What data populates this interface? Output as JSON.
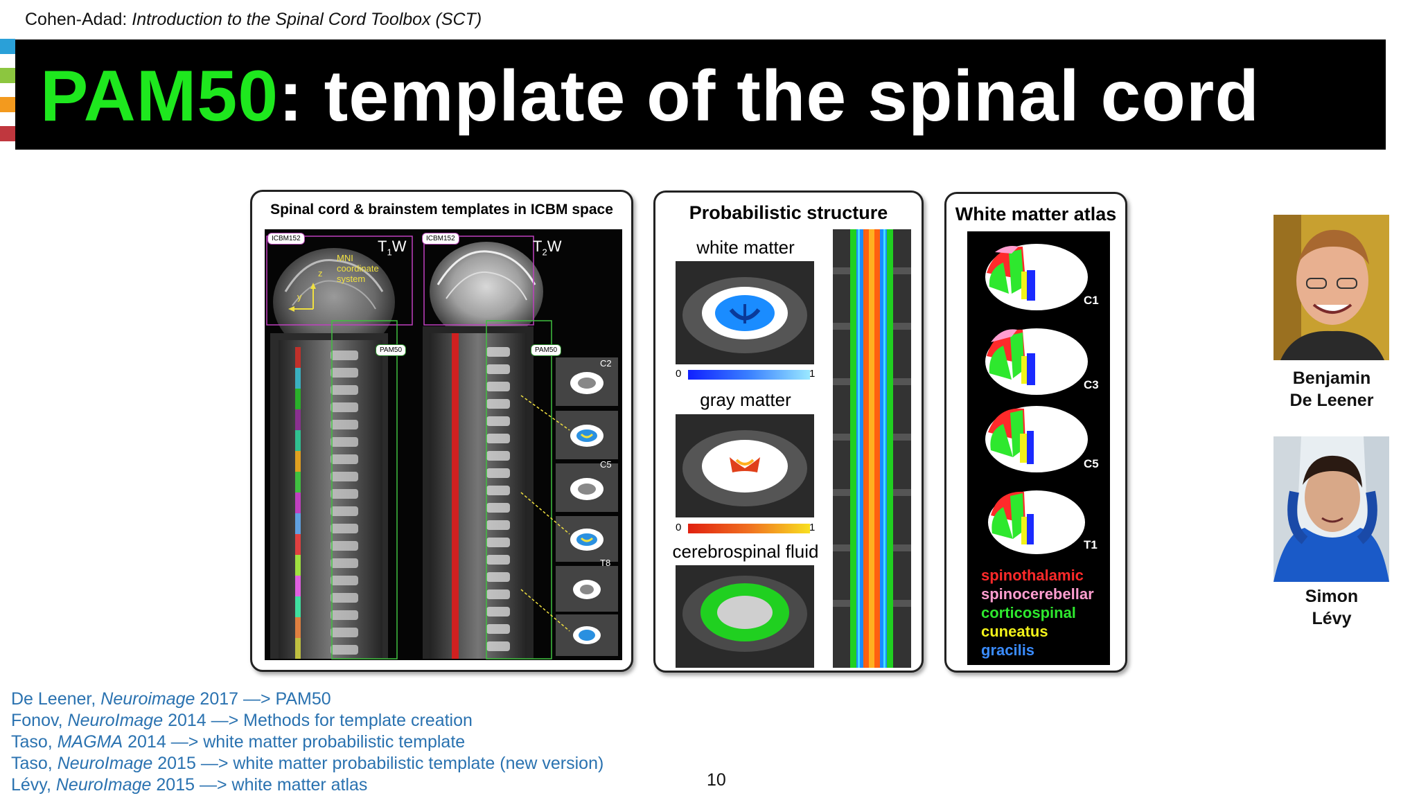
{
  "header": {
    "author": "Cohen-Adad:",
    "course": "Introduction to the Spinal Cord Toolbox (SCT)"
  },
  "side_bar_colors": [
    "#2aa0d8",
    "#8cc63f",
    "#f39a1e",
    "#c0373e"
  ],
  "title": {
    "highlight": "PAM50",
    "rest": ": template of the spinal cord",
    "highlight_color": "#1ee81e"
  },
  "panel_templates": {
    "title": "Spinal cord & brainstem templates in ICBM space",
    "tag_icbm": "ICBM152",
    "tag_pam": "PAM50",
    "t1": {
      "main": "T",
      "sub": "1",
      "suffix": "W"
    },
    "t2": {
      "main": "T",
      "sub": "2",
      "suffix": "W"
    },
    "axis_z": "z",
    "axis_y": "y",
    "mni_lines": [
      "MNI",
      "coordinate",
      "system"
    ],
    "levels": [
      "C2",
      "C5",
      "T8"
    ]
  },
  "panel_prob": {
    "title": "Probabilistic structure",
    "white_matter": "white matter",
    "gray_matter": "gray matter",
    "csf": "cerebrospinal fluid",
    "scale_min": "0",
    "scale_max": "1"
  },
  "panel_atlas": {
    "title": "White matter atlas",
    "levels": [
      "C1",
      "C3",
      "C5",
      "T1"
    ],
    "legend": [
      {
        "label": "spinothalamic",
        "color": "#ff2a2a"
      },
      {
        "label": "spinocerebellar",
        "color": "#ff9ed0"
      },
      {
        "label": "corticospinal",
        "color": "#2ee82e"
      },
      {
        "label": "cuneatus",
        "color": "#f2f21a"
      },
      {
        "label": "gracilis",
        "color": "#3a8cff"
      }
    ]
  },
  "people": [
    {
      "first": "Benjamin",
      "last": "De Leener"
    },
    {
      "first": "Simon",
      "last": "Lévy"
    }
  ],
  "references": [
    {
      "author": "De Leener,",
      "journal": "Neuroimage",
      "year": "2017",
      "desc": "—> PAM50"
    },
    {
      "author": "Fonov,",
      "journal": "NeuroImage",
      "year": "2014",
      "desc": "—> Methods for template creation"
    },
    {
      "author": "Taso,",
      "journal": "MAGMA",
      "year": "2014",
      "desc": "—> white matter probabilistic template"
    },
    {
      "author": "Taso,",
      "journal": "NeuroImage",
      "year": "2015",
      "desc": "—> white matter probabilistic template (new version)"
    },
    {
      "author": "Lévy,",
      "journal": "NeuroImage",
      "year": "2015",
      "desc": "—> white matter atlas"
    }
  ],
  "page_number": "10"
}
